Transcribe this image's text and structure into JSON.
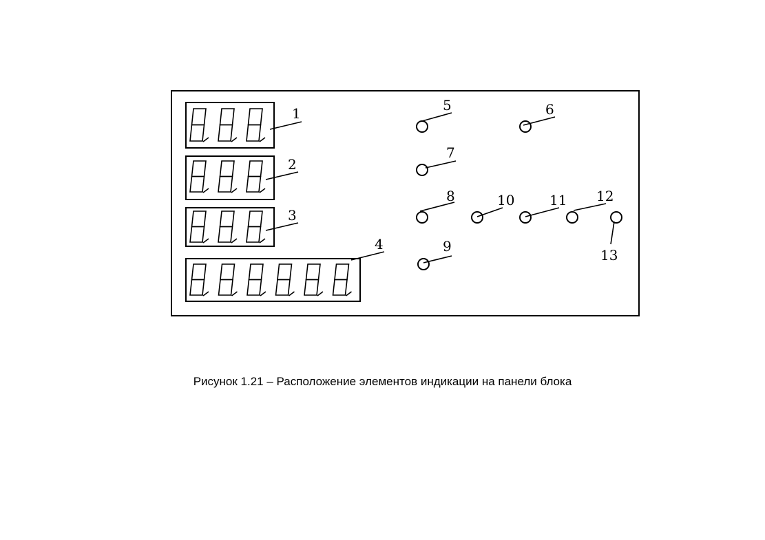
{
  "callouts": {
    "c1": "1",
    "c2": "2",
    "c3": "3",
    "c4": "4",
    "c5": "5",
    "c6": "6",
    "c7": "7",
    "c8": "8",
    "c9": "9",
    "c10": "10",
    "c11": "11",
    "c12": "12",
    "c13": "13"
  },
  "displays": [
    {
      "id": "display-1",
      "digits": 3
    },
    {
      "id": "display-2",
      "digits": 3
    },
    {
      "id": "display-3",
      "digits": 3
    },
    {
      "id": "display-4",
      "digits": 6
    }
  ],
  "indicators": [
    "5",
    "6",
    "7",
    "8",
    "9",
    "10",
    "11",
    "12",
    "13"
  ],
  "caption": "Рисунок 1.21 – Расположение элементов индикации на панели блока"
}
